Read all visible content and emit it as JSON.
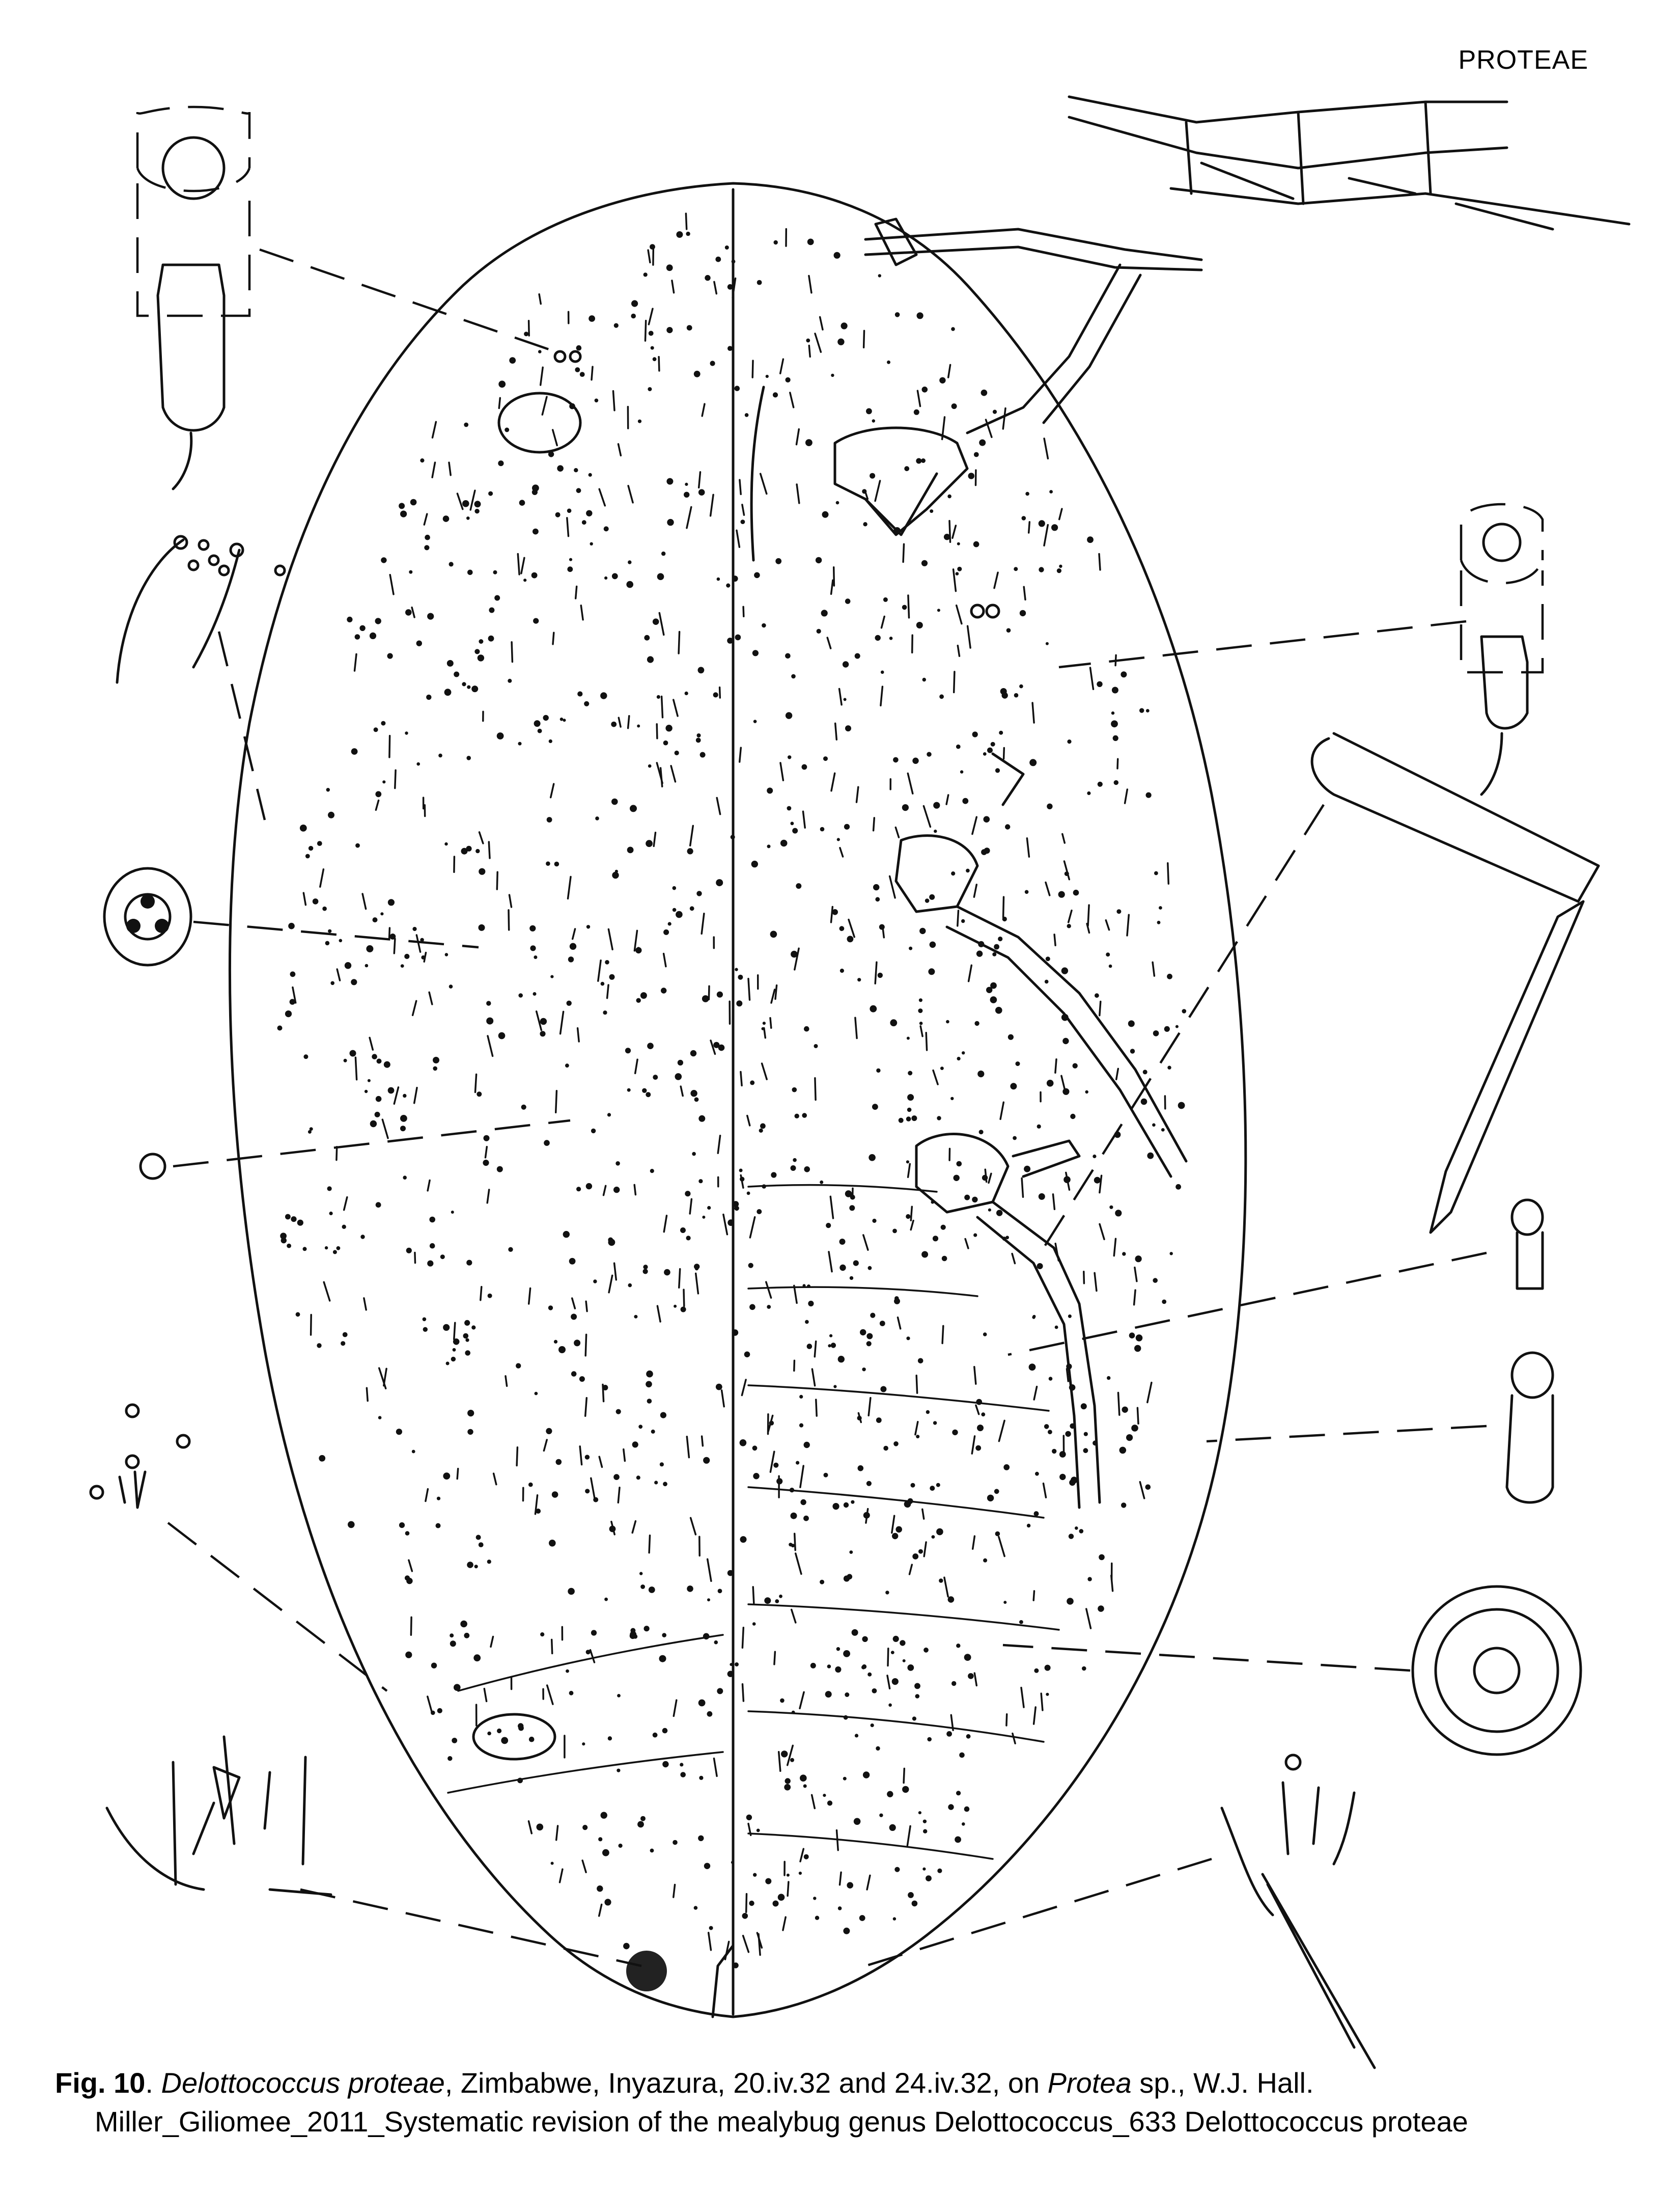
{
  "header": {
    "section_label": "PROTEAE"
  },
  "caption": {
    "fig_label": "Fig. 10",
    "sep1": ". ",
    "taxon": "Delottococcus proteae",
    "locality": ", Zimbabwe, Inyazura, 20.iv.32 and 24.iv.32, on ",
    "host": "Protea",
    "collector": " sp., W.J. Hall.",
    "source_line": "Miller_Giliomee_2011_Systematic revision of the mealybug genus Delottococcus_633 Delottococcus proteae"
  },
  "colors": {
    "ink": "#111111",
    "background": "#ffffff"
  },
  "icons": {
    "body": "mealybug-body-outline",
    "detail": "magnified-structure-inset"
  }
}
